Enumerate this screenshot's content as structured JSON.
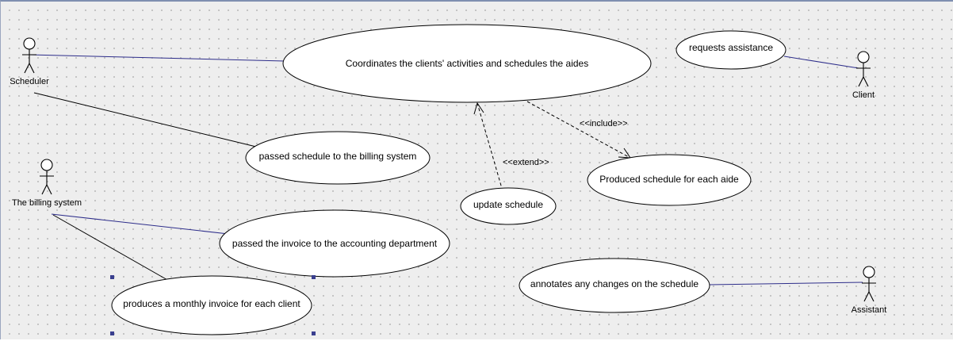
{
  "actors": {
    "scheduler": "Scheduler",
    "billing_system": "The billing system",
    "client": "Client",
    "assistant": "Assistant"
  },
  "use_cases": {
    "coordinates": "Coordinates the clients' activities and schedules the aides",
    "requests_assistance": "requests assistance",
    "passed_schedule": "passed schedule to the billing system",
    "produced_schedule": "Produced schedule for each aide",
    "update_schedule": "update schedule",
    "passed_invoice": "passed the invoice to the accounting department",
    "annotates_changes": "annotates any changes on the schedule",
    "monthly_invoice": "produces a monthly invoice for each client"
  },
  "relationships": {
    "include_label": "<<include>>",
    "extend_label": "<<extend>>"
  },
  "colors": {
    "canvas_bg": "#eeeeee",
    "association_blue": "#2d2d8a",
    "selection_handle": "#3a3f8f"
  }
}
